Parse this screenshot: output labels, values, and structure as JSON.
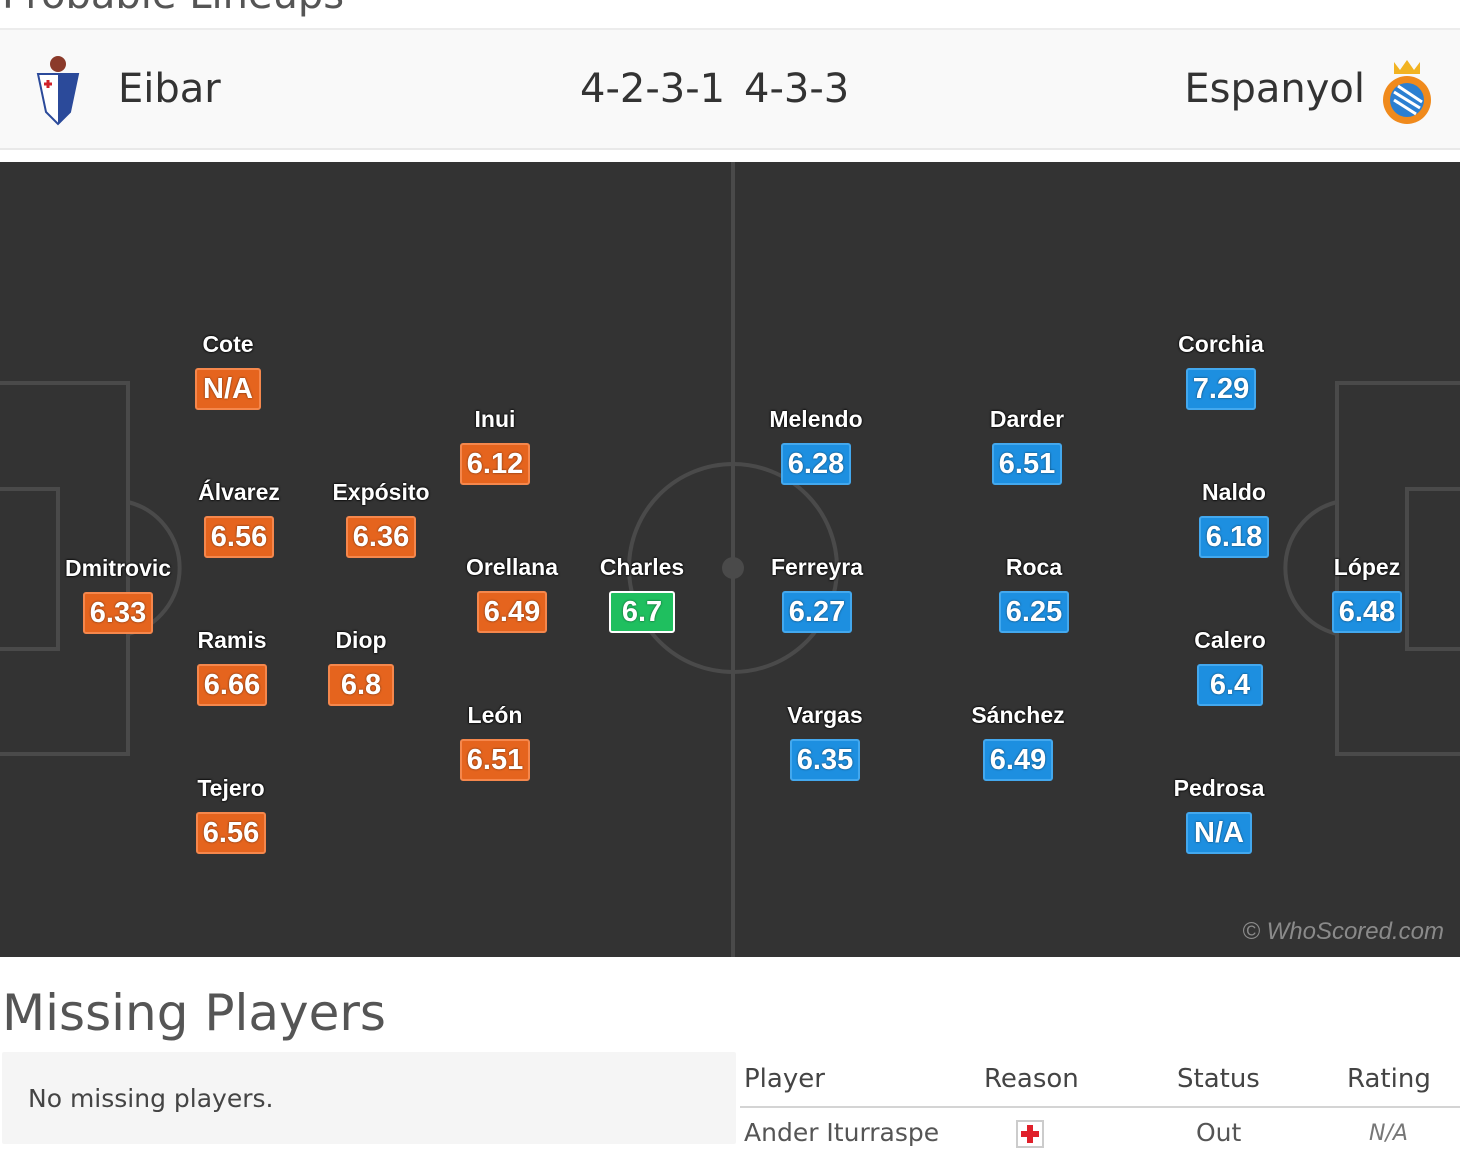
{
  "title_partial": "Probable Lineups",
  "home": {
    "name": "Eibar",
    "formation": "4-2-3-1",
    "crest_icon": "eibar-crest-icon"
  },
  "away": {
    "name": "Espanyol",
    "formation": "4-3-3",
    "crest_icon": "espanyol-crest-icon"
  },
  "colors": {
    "home_rating": "#e5641e",
    "away_rating": "#1d8fe0",
    "best_rating": "#1fbf5f",
    "pitch": "#333333"
  },
  "home_players": [
    {
      "name": "Dmitrovic",
      "rating": "6.33"
    },
    {
      "name": "Cote",
      "rating": "N/A"
    },
    {
      "name": "Álvarez",
      "rating": "6.56"
    },
    {
      "name": "Ramis",
      "rating": "6.66"
    },
    {
      "name": "Tejero",
      "rating": "6.56"
    },
    {
      "name": "Expósito",
      "rating": "6.36"
    },
    {
      "name": "Diop",
      "rating": "6.8"
    },
    {
      "name": "Inui",
      "rating": "6.12"
    },
    {
      "name": "Orellana",
      "rating": "6.49"
    },
    {
      "name": "León",
      "rating": "6.51"
    },
    {
      "name": "Charles",
      "rating": "6.7"
    }
  ],
  "away_players": [
    {
      "name": "Melendo",
      "rating": "6.28"
    },
    {
      "name": "Ferreyra",
      "rating": "6.27"
    },
    {
      "name": "Vargas",
      "rating": "6.35"
    },
    {
      "name": "Darder",
      "rating": "6.51"
    },
    {
      "name": "Roca",
      "rating": "6.25"
    },
    {
      "name": "Sánchez",
      "rating": "6.49"
    },
    {
      "name": "Corchia",
      "rating": "7.29"
    },
    {
      "name": "Naldo",
      "rating": "6.18"
    },
    {
      "name": "Calero",
      "rating": "6.4"
    },
    {
      "name": "Pedrosa",
      "rating": "N/A"
    },
    {
      "name": "López",
      "rating": "6.48"
    }
  ],
  "watermark": "© WhoScored.com",
  "missing": {
    "title": "Missing Players",
    "home_empty": "No missing players.",
    "headers": {
      "player": "Player",
      "reason": "Reason",
      "status": "Status",
      "rating": "Rating"
    },
    "rows": [
      {
        "player": "Ander Iturraspe",
        "reason_icon": "injury-icon",
        "status": "Out",
        "rating": "N/A"
      }
    ]
  }
}
